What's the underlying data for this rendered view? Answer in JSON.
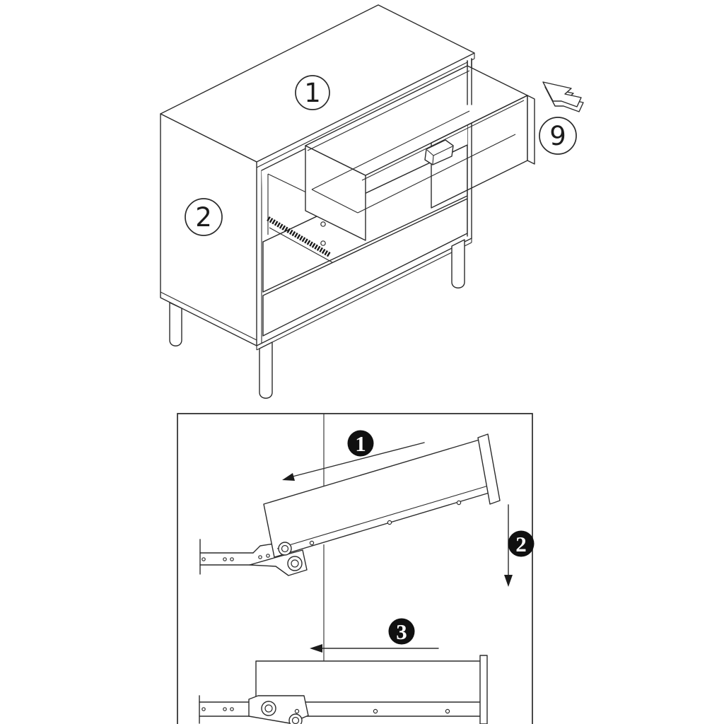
{
  "page": {
    "background": "#ffffff",
    "line_color": "#2b2b2b"
  },
  "cabinet_view": {
    "subject": "isometric-chest-with-open-fluted-drawer",
    "callouts": [
      {
        "label": "1"
      },
      {
        "label": "2"
      },
      {
        "label": "9"
      }
    ],
    "cursor_icon": "cursor-arrow-icon"
  },
  "slide_diagram": {
    "subject": "drawer-runner-installation-detail",
    "badge_color": "#101010",
    "badge_text_color": "#ffffff",
    "steps": [
      {
        "label": "1"
      },
      {
        "label": "2"
      },
      {
        "label": "3"
      }
    ]
  }
}
